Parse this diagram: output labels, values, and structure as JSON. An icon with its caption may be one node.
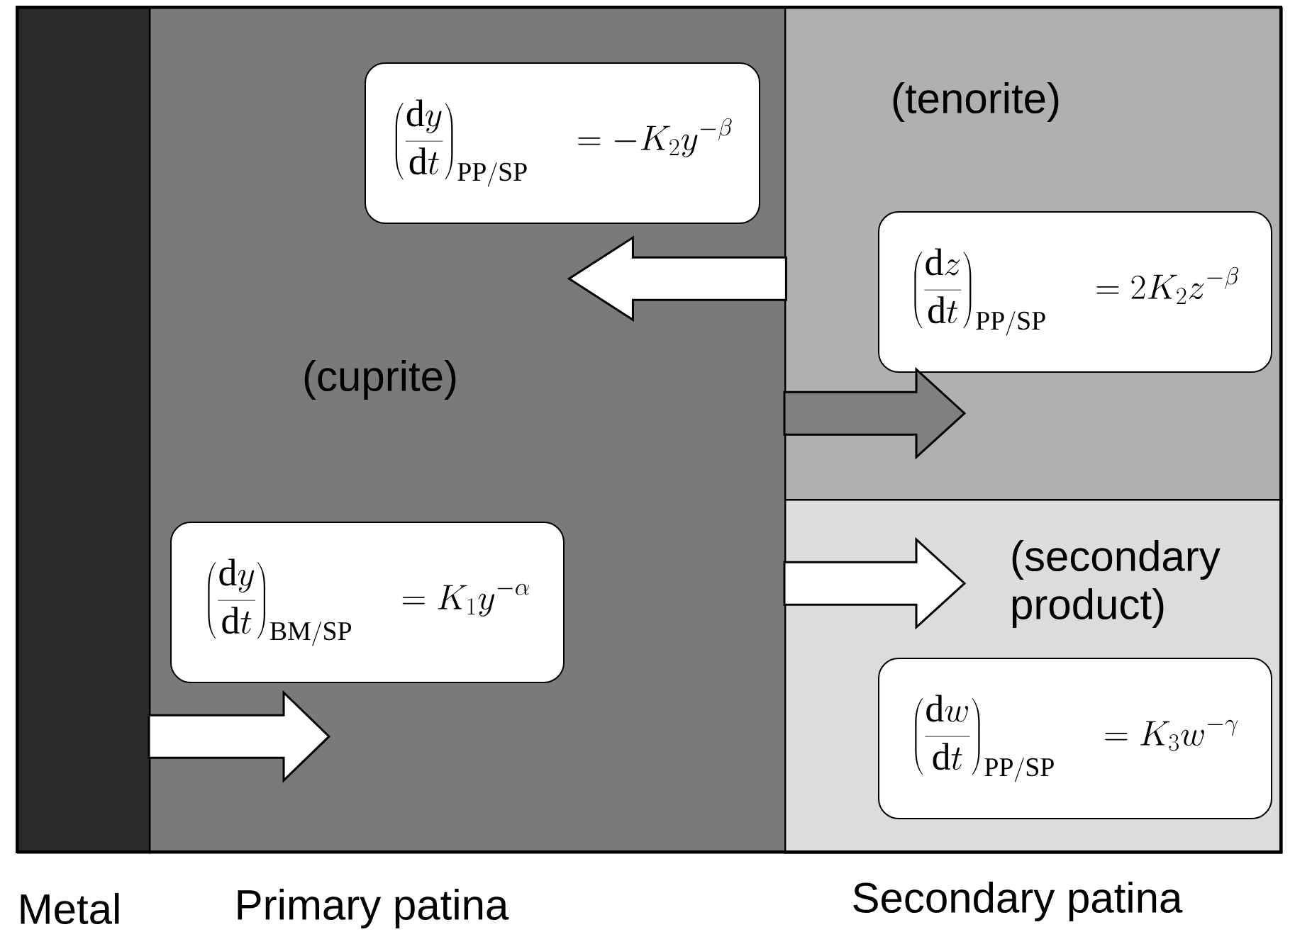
{
  "diagram": {
    "nodes": [
      {
        "text": [
          "Metal"
        ]
      },
      {
        "text": [
          "(cuprite)",
          "Primary patina"
        ]
      },
      {
        "text": [
          "Secondary patina"
        ]
      },
      {
        "text": [
          "(tenorite)"
        ],
        "in": 2
      },
      {
        "text": [
          "(secondary product)"
        ],
        "in": 2
      },
      {
        "text": [
          "\\left(\\frac{\\mathrm{d}y}{\\mathrm{d}t}\\right)_{\\mathrm{PP/SP}}\\quad =-K_{2}y^{-\\beta}"
        ],
        "in": 1
      },
      {
        "text": [
          "\\left(\\frac{\\mathrm{d}z}{\\mathrm{d}t}\\right)_{\\mathrm{PP/SP}}\\quad =2K_{2}z^{-\\beta}"
        ],
        "in": 3
      },
      {
        "text": [
          "\\left(\\frac{\\mathrm{d}y}{\\mathrm{d}t}\\right)_{\\mathrm{BM/SP}}\\quad =K_{1}y^{-\\alpha}"
        ],
        "in": 1
      },
      {
        "text": [
          "\\left(\\frac{\\mathrm{d}w}{\\mathrm{d}t}\\right)_{\\mathrm{PP/SP}}\\quad =K_{3}w^{-\\gamma}"
        ],
        "in": 4
      }
    ],
    "edges": [
      {
        "from": 0,
        "to": 1,
        "arrow": "to"
      },
      {
        "from": 3,
        "to": 1,
        "arrow": "to"
      },
      {
        "from": 1,
        "to": 3,
        "arrow": "to",
        "color": "#808080"
      },
      {
        "from": 1,
        "to": 4,
        "arrow": "to"
      }
    ]
  }
}
